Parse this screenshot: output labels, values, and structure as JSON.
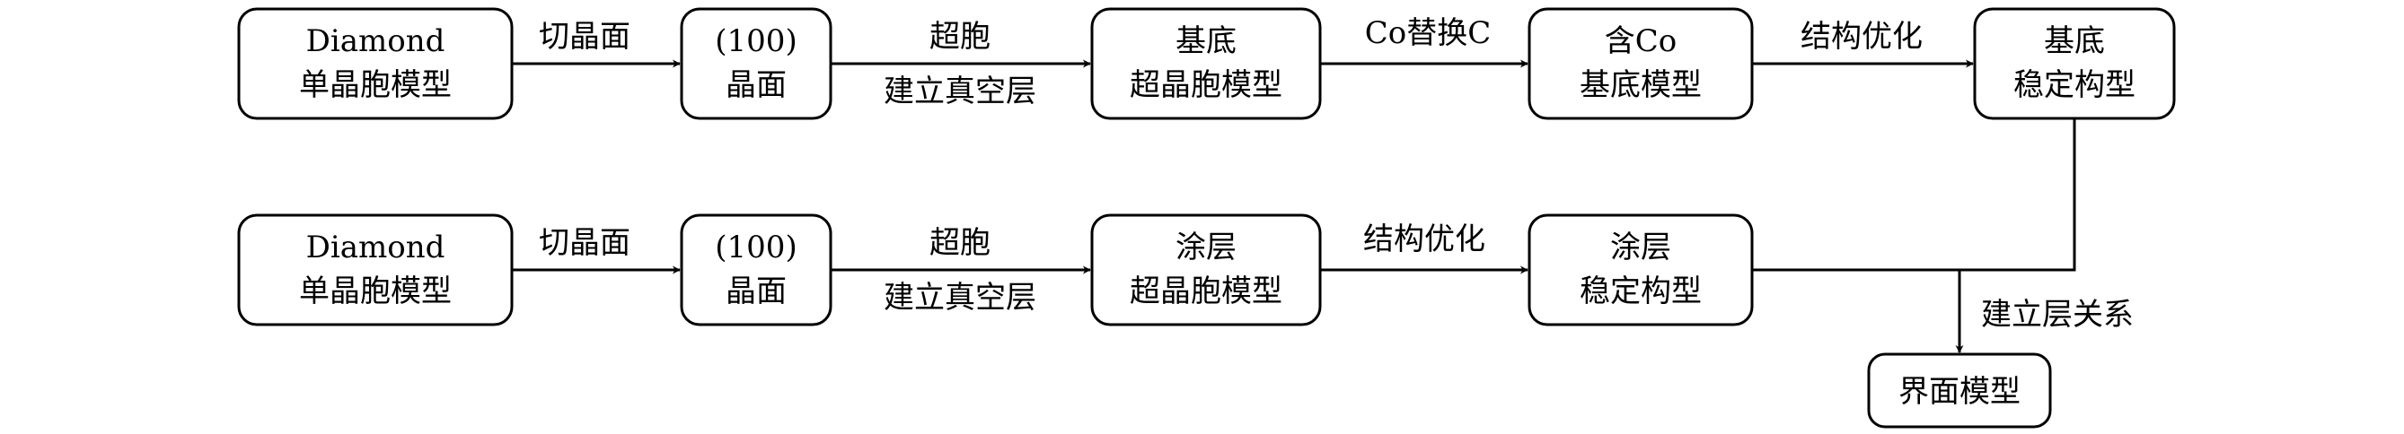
{
  "colors": {
    "stroke": "#000000",
    "fill": "#ffffff",
    "text": "#000000"
  },
  "nodes": {
    "r1_diamond": {
      "lines": [
        "Diamond",
        "单晶胞模型"
      ]
    },
    "r1_plane": {
      "lines": [
        "(100)",
        "晶面"
      ]
    },
    "r1_substrate_cell": {
      "lines": [
        "基底",
        "超晶胞模型"
      ]
    },
    "r1_co_substrate": {
      "lines": [
        "含Co",
        "基底模型"
      ]
    },
    "r1_substrate_stable": {
      "lines": [
        "基底",
        "稳定构型"
      ]
    },
    "r2_diamond": {
      "lines": [
        "Diamond",
        "单晶胞模型"
      ]
    },
    "r2_plane": {
      "lines": [
        "(100)",
        "晶面"
      ]
    },
    "r2_coating_cell": {
      "lines": [
        "涂层",
        "超晶胞模型"
      ]
    },
    "r2_coating_stable": {
      "lines": [
        "涂层",
        "稳定构型"
      ]
    },
    "interface": {
      "lines": [
        "界面模型"
      ]
    }
  },
  "edges": {
    "r1_e1": {
      "above": "切晶面",
      "below": ""
    },
    "r1_e2": {
      "above": "超胞",
      "below": "建立真空层"
    },
    "r1_e3": {
      "above": "Co替换C",
      "below": ""
    },
    "r1_e4": {
      "above": "结构优化",
      "below": ""
    },
    "r2_e1": {
      "above": "切晶面",
      "below": ""
    },
    "r2_e2": {
      "above": "超胞",
      "below": "建立真空层"
    },
    "r2_e3": {
      "above": "结构优化",
      "below": ""
    },
    "merge": {
      "label": "建立层关系"
    }
  }
}
